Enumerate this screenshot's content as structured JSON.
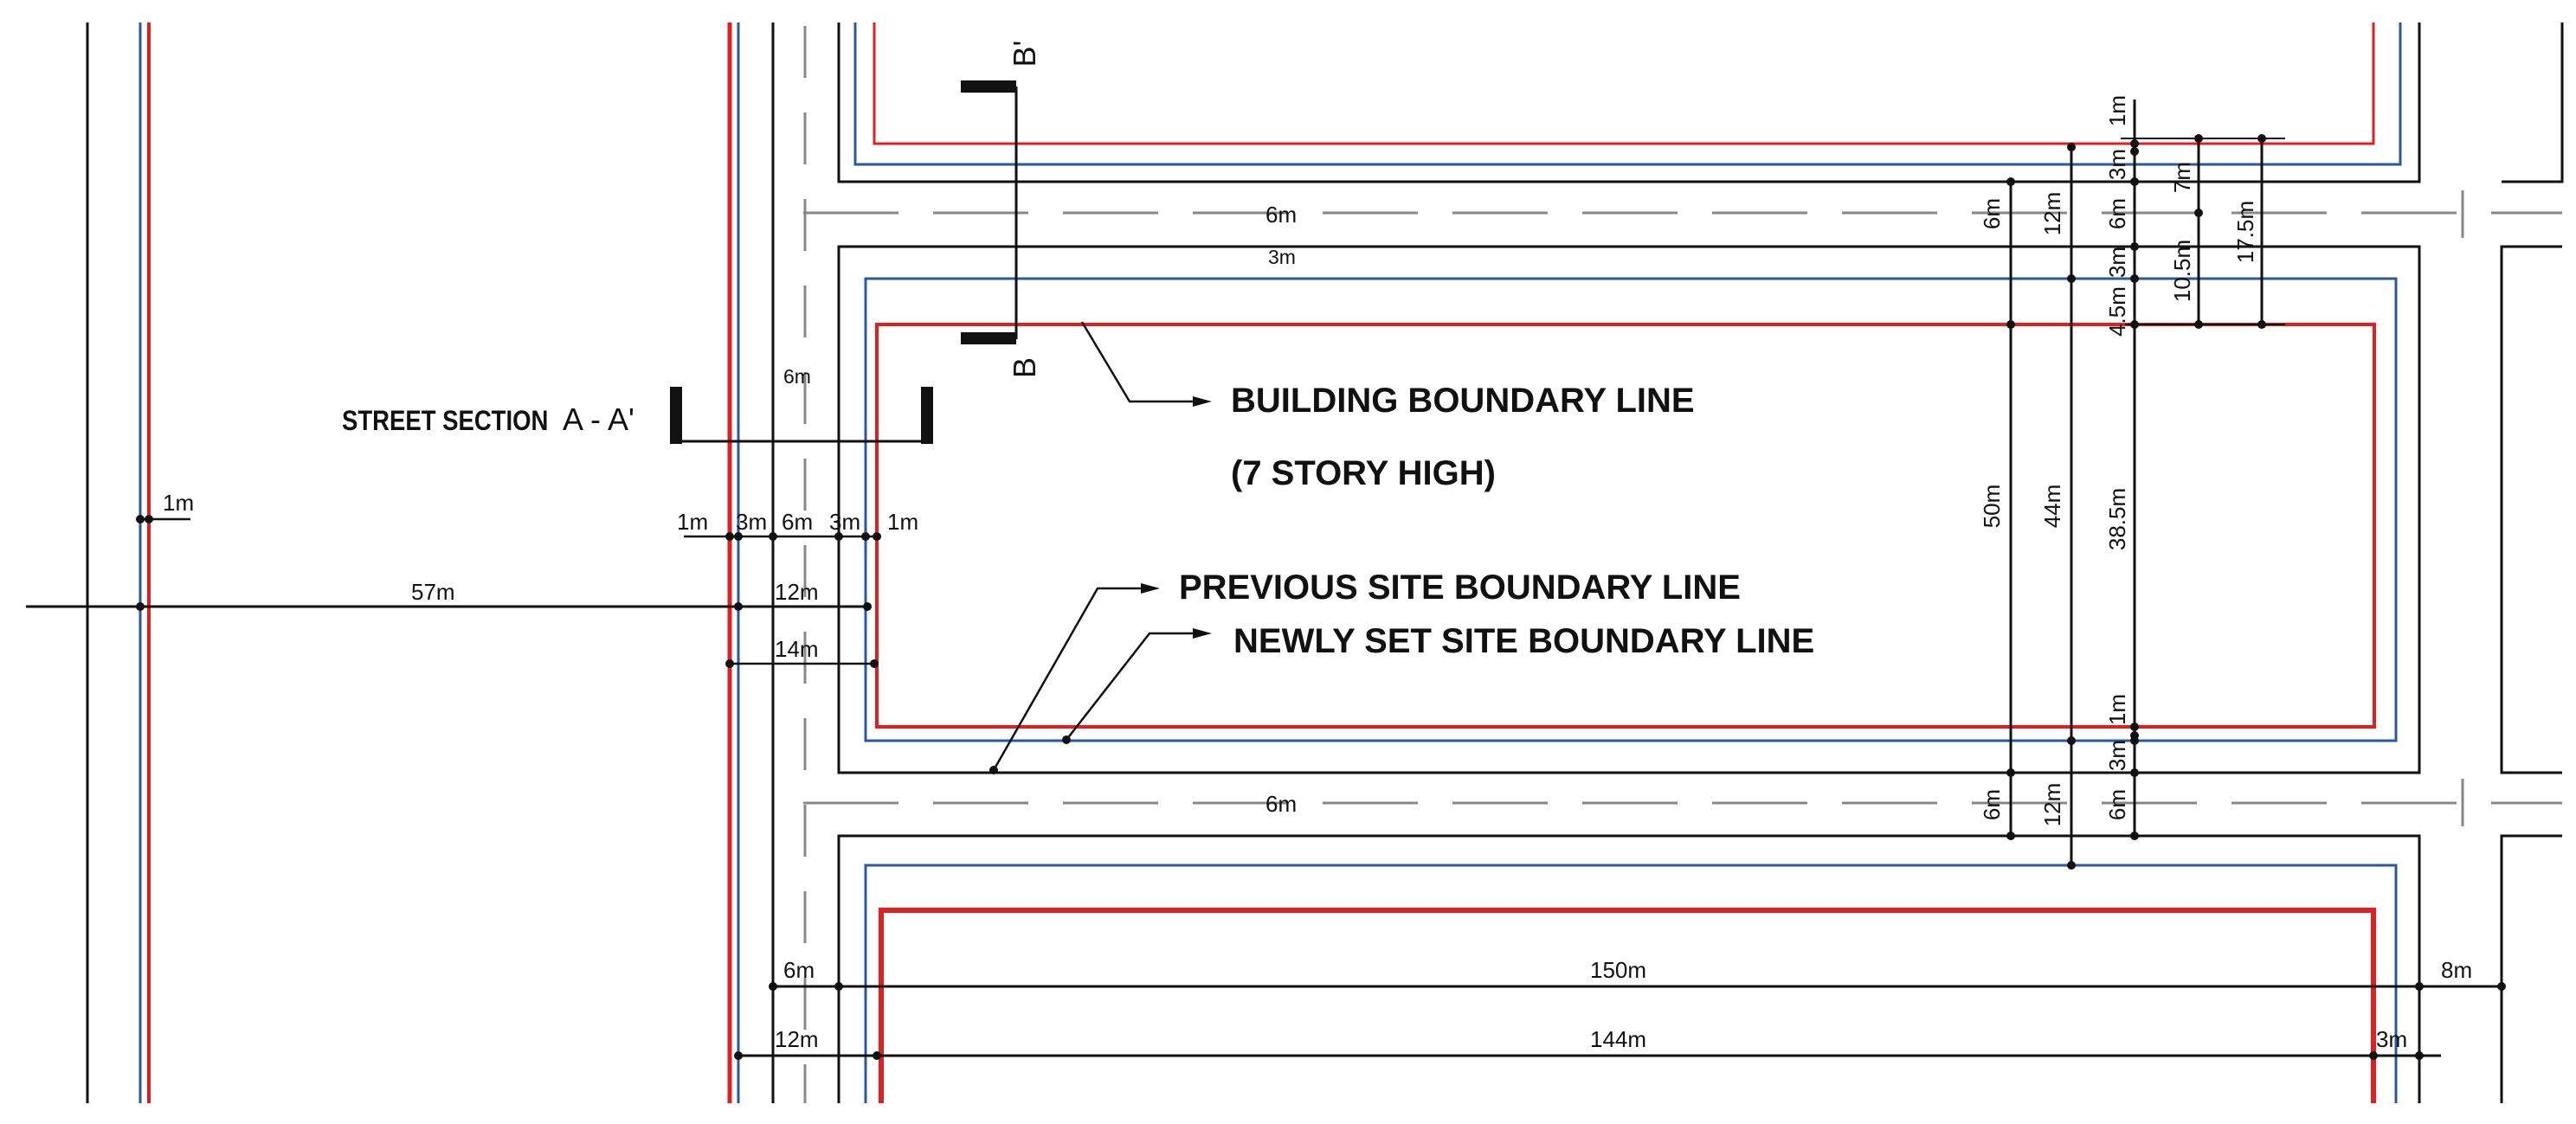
{
  "section_marks": {
    "street_title": "STREET SECTION",
    "street_mark": "A - A'",
    "b_top": "B'",
    "b_bottom": "B"
  },
  "notes": {
    "building": "BUILDING BOUNDARY LINE",
    "story": "(7 STORY HIGH)",
    "previous": "PREVIOUS SITE BOUNDARY LINE",
    "newly": "NEWLY SET SITE BOUNDARY LINE"
  },
  "dims": {
    "road_top": "6m",
    "road_bottom": "6m",
    "top_3m": "3m",
    "section_6m": "6m",
    "left_1m": "1m",
    "left_57m": "57m",
    "row_1m_a": "1m",
    "row_3m_a": "3m",
    "row_6m": "6m",
    "row_3m_b": "3m",
    "row_1m_b": "1m",
    "w12": "12m",
    "w14": "14m",
    "b6": "6m",
    "b12": "12m",
    "l150": "150m",
    "l144": "144m",
    "r8": "8m",
    "r3": "3m",
    "v_top_6": "6m",
    "v_top_12": "12m",
    "v_top_1": "1m",
    "v_top_3": "3m",
    "v_top_6b": "6m",
    "v_top_3b": "3m",
    "v_top_45": "4.5m",
    "v_top_7": "7m",
    "v_top_105": "10.5m",
    "v_top_175": "17.5m",
    "v50": "50m",
    "v44": "44m",
    "v385": "38.5m",
    "v_bot_1": "1m",
    "v_bot_3": "3m",
    "v_bot_6": "6m",
    "v_bot_12": "12m",
    "v_bot_6b": "6m"
  }
}
